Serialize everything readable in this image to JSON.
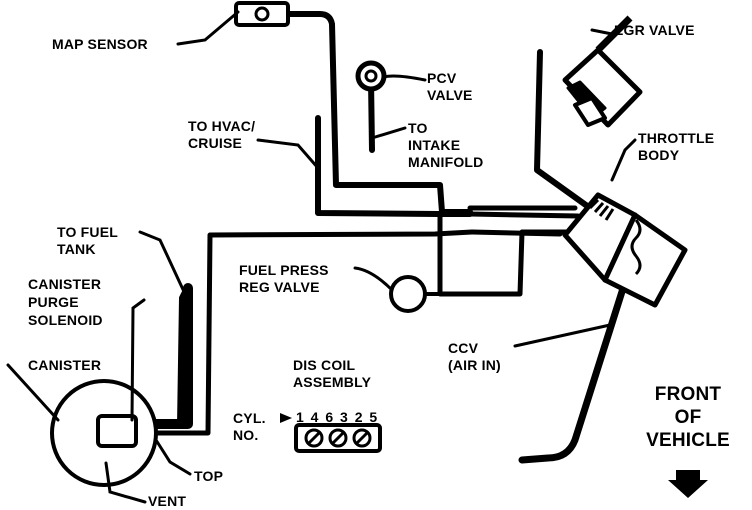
{
  "labels": {
    "map_sensor": "MAP SENSOR",
    "pcv_valve": [
      "PCV",
      "VALVE"
    ],
    "to_intake_manifold": [
      "TO",
      "INTAKE",
      "MANIFOLD"
    ],
    "egr_valve": "EGR VALVE",
    "throttle_body": [
      "THROTTLE",
      "BODY"
    ],
    "to_hvac_cruise": [
      "TO HVAC/",
      "CRUISE"
    ],
    "to_fuel_tank": [
      "TO FUEL",
      "TANK"
    ],
    "canister_purge_solenoid": [
      "CANISTER",
      "PURGE",
      "SOLENOID"
    ],
    "fuel_press_reg_valve": [
      "FUEL PRESS",
      "REG VALVE"
    ],
    "canister": "CANISTER",
    "dis_coil_assembly": [
      "DIS COIL",
      "ASSEMBLY"
    ],
    "cyl_no": [
      "CYL.",
      "NO."
    ],
    "cylinder_order": "1 4 6 3 2 5",
    "ccv_air_in": [
      "CCV",
      "(AIR IN)"
    ],
    "top": "TOP",
    "vent": "VENT",
    "front_of_vehicle": [
      "FRONT",
      "OF",
      "VEHICLE"
    ]
  },
  "colors": {
    "ink": "#000000",
    "paper": "#ffffff"
  }
}
